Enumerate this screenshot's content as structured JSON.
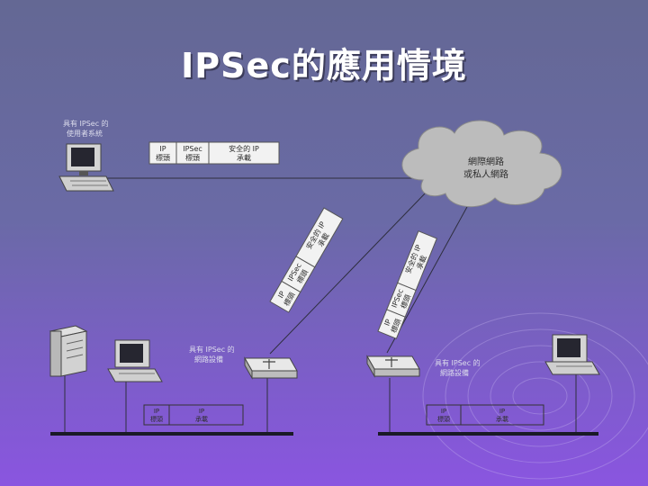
{
  "title": "IPSec的應用情境",
  "cloud": {
    "line1": "網際網路",
    "line2": "或私人網路"
  },
  "top_packet": {
    "ip": "IP",
    "ip2": "標頭",
    "ipsec": "IPSec",
    "ipsec2": "標頭",
    "payload": "安全的 IP",
    "payload2": "承載"
  },
  "left_diag_packet": {
    "ip": "IP",
    "ip2": "標頭",
    "ipsec": "IPSec",
    "ipsec2": "標頭",
    "payload": "安全的 IP",
    "payload2": "承載"
  },
  "right_diag_packet": {
    "ip": "IP",
    "ip2": "標頭",
    "ipsec": "IPSec",
    "ipsec2": "標頭",
    "payload": "安全的 IP",
    "payload2": "承載"
  },
  "top_user_label": {
    "line1": "具有 IPSec 的",
    "line2": "使用者系統"
  },
  "left_device_label": {
    "line1": "具有 IPSec 的",
    "line2": "網路設備"
  },
  "right_device_label": {
    "line1": "具有 IPSec 的",
    "line2": "網路設備"
  },
  "left_lan_packet": {
    "ip": "IP",
    "ip2": "標頭",
    "payload": "IP",
    "payload2": "承載"
  },
  "right_lan_packet": {
    "ip": "IP",
    "ip2": "標頭",
    "payload": "IP",
    "payload2": "承載"
  }
}
